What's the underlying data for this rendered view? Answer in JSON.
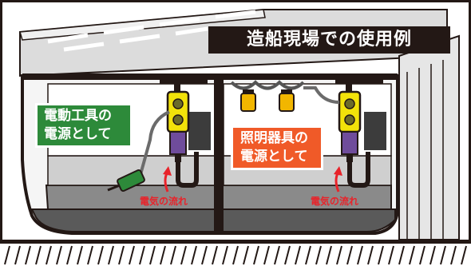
{
  "title": "造船現場での使用例",
  "labels": {
    "power_tools_line1": "電動工具の",
    "power_tools_line2": "電源として",
    "lighting_line1": "照明器具の",
    "lighting_line2": "電源として"
  },
  "flow_left": "電気の流れ",
  "flow_right": "電気の流れ",
  "colors": {
    "title_bg": "#231815",
    "green_label": "#2d8a3a",
    "orange_label": "#f05a28",
    "flow_red": "#e8232a",
    "connector_yellow": "#f2e20a",
    "plug_purple": "#6f4c9b"
  }
}
